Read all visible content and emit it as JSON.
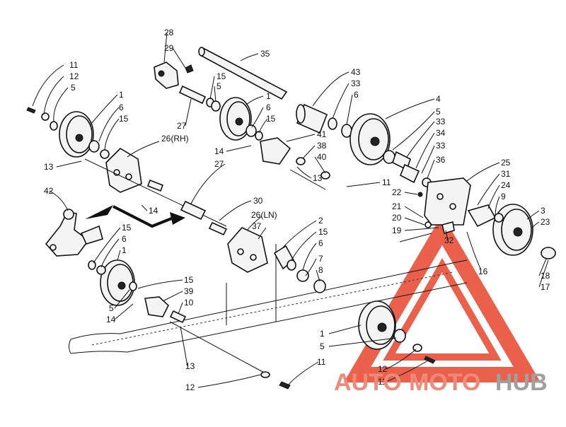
{
  "watermark": {
    "auto": "AUTO",
    "moto": "MOTO",
    "hub": "HUB"
  },
  "colors": {
    "watermark_red": "#e8452c",
    "watermark_grey": "#8c8c8c",
    "ink": "#111111"
  },
  "callouts": [
    {
      "id": "c-11a",
      "text": "11"
    },
    {
      "id": "c-12a",
      "text": "12"
    },
    {
      "id": "c-5a",
      "text": "5"
    },
    {
      "id": "c-1a",
      "text": "1"
    },
    {
      "id": "c-6a",
      "text": "6"
    },
    {
      "id": "c-15a",
      "text": "15"
    },
    {
      "id": "c-28",
      "text": "28"
    },
    {
      "id": "c-29",
      "text": "29"
    },
    {
      "id": "c-35",
      "text": "35"
    },
    {
      "id": "c-15b",
      "text": "15"
    },
    {
      "id": "c-5b",
      "text": "5"
    },
    {
      "id": "c-1b",
      "text": "1"
    },
    {
      "id": "c-6b",
      "text": "6"
    },
    {
      "id": "c-15c",
      "text": "15"
    },
    {
      "id": "c-27a",
      "text": "27"
    },
    {
      "id": "c-26rh",
      "text": "26(RH)"
    },
    {
      "id": "c-43",
      "text": "43"
    },
    {
      "id": "c-33a",
      "text": "33"
    },
    {
      "id": "c-6c",
      "text": "6"
    },
    {
      "id": "c-4",
      "text": "4"
    },
    {
      "id": "c-5c",
      "text": "5"
    },
    {
      "id": "c-33b",
      "text": "33"
    },
    {
      "id": "c-34",
      "text": "34"
    },
    {
      "id": "c-33c",
      "text": "33"
    },
    {
      "id": "c-36",
      "text": "36"
    },
    {
      "id": "c-41",
      "text": "41"
    },
    {
      "id": "c-38",
      "text": "38"
    },
    {
      "id": "c-40",
      "text": "40"
    },
    {
      "id": "c-14a",
      "text": "14"
    },
    {
      "id": "c-13a",
      "text": "13"
    },
    {
      "id": "c-11b",
      "text": "11"
    },
    {
      "id": "c-27b",
      "text": "27"
    },
    {
      "id": "c-13b",
      "text": "13"
    },
    {
      "id": "c-42",
      "text": "42"
    },
    {
      "id": "c-14b",
      "text": "14"
    },
    {
      "id": "c-30",
      "text": "30"
    },
    {
      "id": "c-26ln",
      "text": "26(LN)"
    },
    {
      "id": "c-37",
      "text": "37"
    },
    {
      "id": "c-2",
      "text": "2"
    },
    {
      "id": "c-15d",
      "text": "15"
    },
    {
      "id": "c-6d",
      "text": "6"
    },
    {
      "id": "c-7",
      "text": "7"
    },
    {
      "id": "c-8",
      "text": "8"
    },
    {
      "id": "c-15e",
      "text": "15"
    },
    {
      "id": "c-6e",
      "text": "6"
    },
    {
      "id": "c-1c",
      "text": "1"
    },
    {
      "id": "c-15f",
      "text": "15"
    },
    {
      "id": "c-39",
      "text": "39"
    },
    {
      "id": "c-10",
      "text": "10"
    },
    {
      "id": "c-5d",
      "text": "5"
    },
    {
      "id": "c-14c",
      "text": "14"
    },
    {
      "id": "c-13c",
      "text": "13"
    },
    {
      "id": "c-12b",
      "text": "12"
    },
    {
      "id": "c-11c",
      "text": "11"
    },
    {
      "id": "c-25",
      "text": "25"
    },
    {
      "id": "c-31",
      "text": "31"
    },
    {
      "id": "c-22",
      "text": "22"
    },
    {
      "id": "c-24",
      "text": "24"
    },
    {
      "id": "c-9",
      "text": "9"
    },
    {
      "id": "c-21",
      "text": "21"
    },
    {
      "id": "c-20",
      "text": "20"
    },
    {
      "id": "c-19",
      "text": "19"
    },
    {
      "id": "c-32",
      "text": "32"
    },
    {
      "id": "c-3",
      "text": "3"
    },
    {
      "id": "c-23",
      "text": "23"
    },
    {
      "id": "c-16",
      "text": "16"
    },
    {
      "id": "c-18",
      "text": "18"
    },
    {
      "id": "c-17",
      "text": "17"
    },
    {
      "id": "c-1d",
      "text": "1"
    },
    {
      "id": "c-5e",
      "text": "5"
    },
    {
      "id": "c-12c",
      "text": "12"
    },
    {
      "id": "c-11d",
      "text": "11"
    }
  ]
}
